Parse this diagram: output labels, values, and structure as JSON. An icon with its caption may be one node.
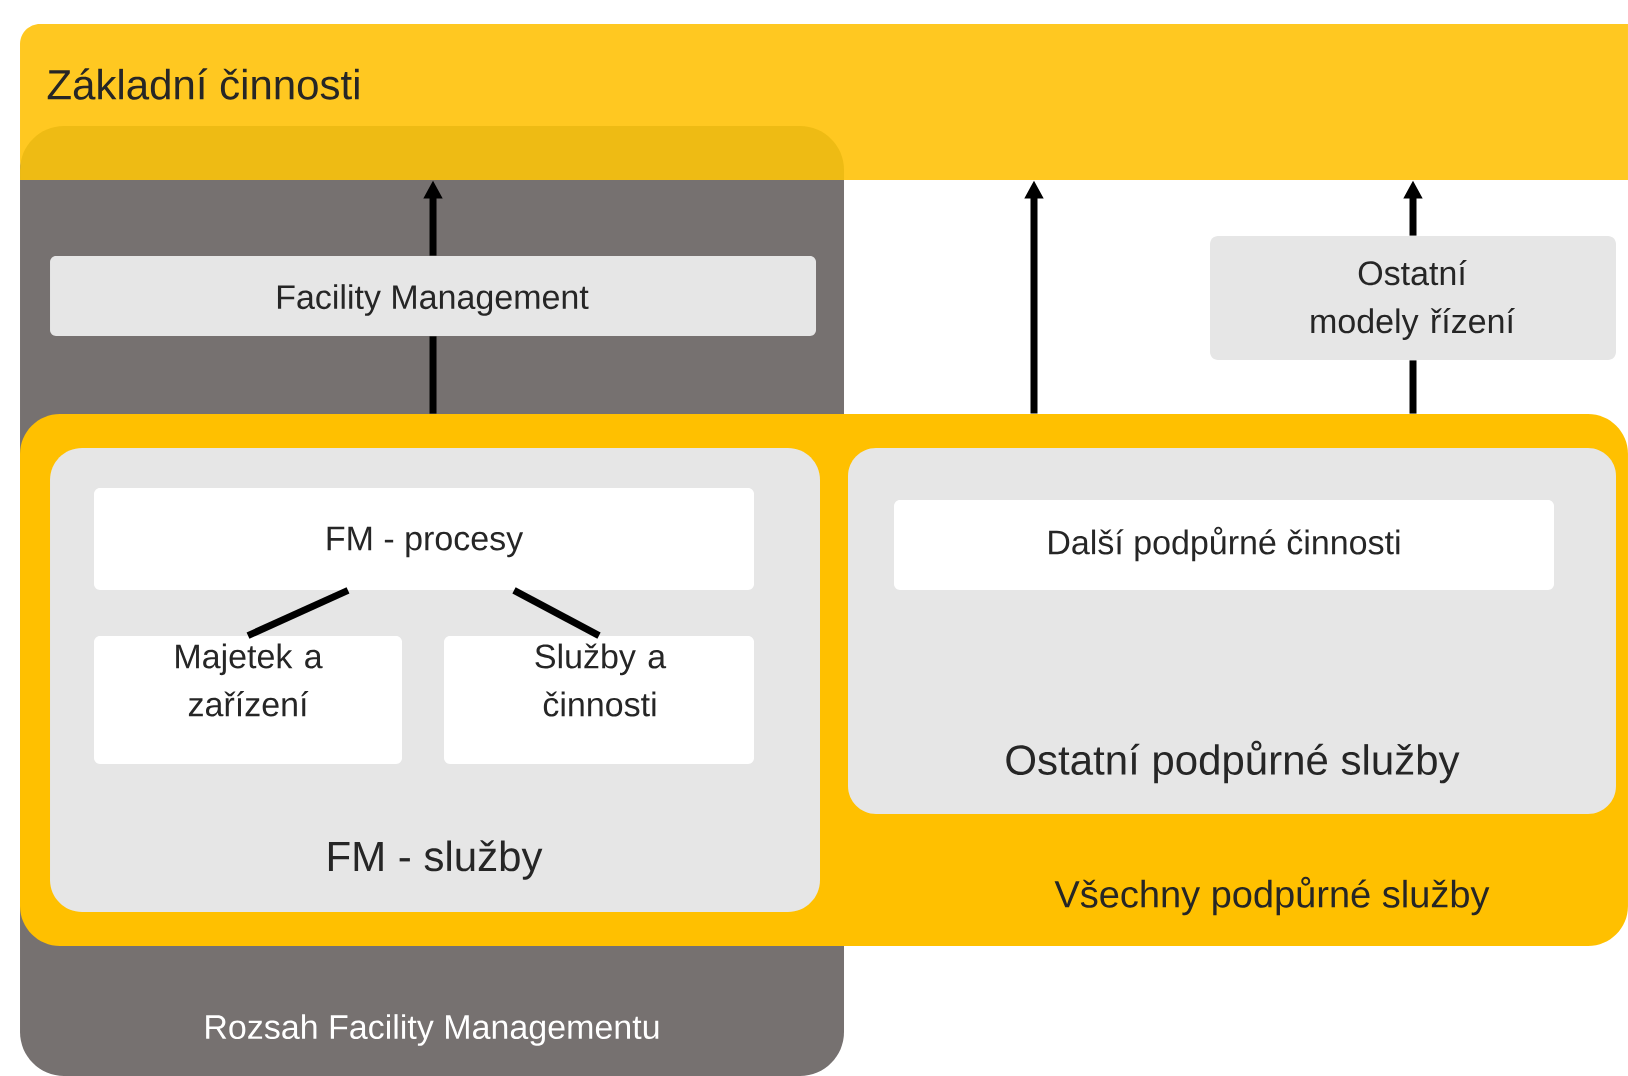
{
  "diagram": {
    "nodes": [
      {
        "text": [
          "Základní činnosti"
        ]
      },
      {
        "text": [
          "Rozsah Facility Managementu"
        ]
      },
      {
        "text": [
          "Facility Management"
        ],
        "in": 1
      },
      {
        "text": [
          "Všechny podpůrné služby"
        ]
      },
      {
        "text": [
          "FM - služby"
        ]
      },
      {
        "text": [
          "FM - procesy"
        ],
        "in": 4
      },
      {
        "text": [
          "Majetek a zařízení"
        ],
        "in": 4
      },
      {
        "text": [
          "Služby a činnosti"
        ],
        "in": 4
      },
      {
        "text": [
          "Ostatní podpůrné služby"
        ],
        "in": 3
      },
      {
        "text": [
          "Další podpůrné činnosti"
        ],
        "in": 8
      },
      {
        "text": [
          "Ostatní modely řízení"
        ]
      }
    ],
    "edges": [
      {
        "from": 3,
        "to": 2,
        "arrow": "none"
      },
      {
        "from": 2,
        "to": 0,
        "arrow": "to"
      },
      {
        "from": 3,
        "to": 0,
        "arrow": "to"
      },
      {
        "from": 3,
        "to": 10,
        "arrow": "none"
      },
      {
        "from": 10,
        "to": 0,
        "arrow": "to"
      },
      {
        "from": 5,
        "to": 6,
        "arrow": "none"
      },
      {
        "from": 5,
        "to": 7,
        "arrow": "none"
      }
    ]
  }
}
